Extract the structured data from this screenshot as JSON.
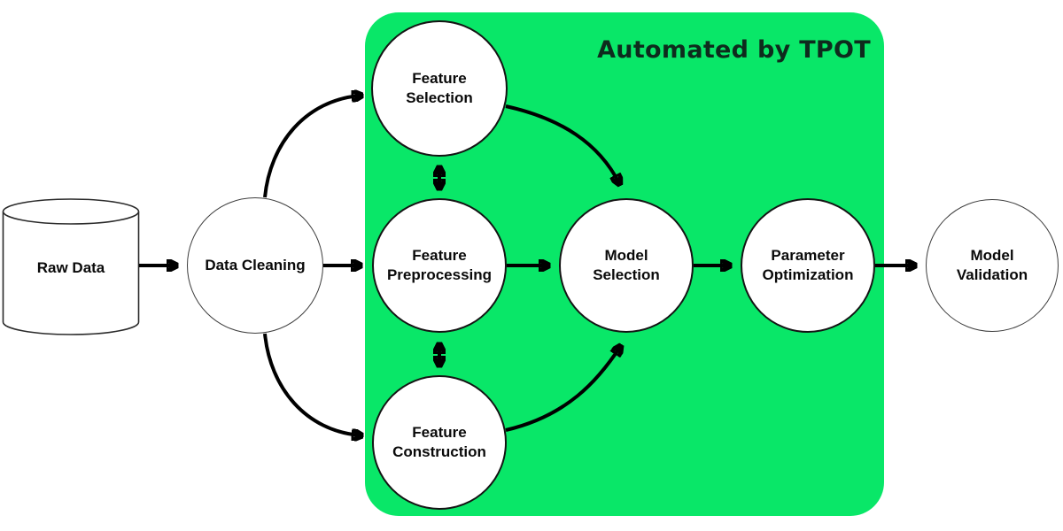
{
  "colors": {
    "region_green": "#09E768",
    "title_text": "#0E2B1D",
    "node_fill": "#FFFFFF",
    "node_stroke": "#141414",
    "arrow": "#000000"
  },
  "region": {
    "title": "Automated by TPOT"
  },
  "nodes": {
    "raw_data": {
      "label": "Raw Data",
      "shape": "cylinder"
    },
    "data_cleaning": {
      "label": "Data Cleaning",
      "shape": "circle"
    },
    "feature_selection": {
      "label": "Feature\nSelection",
      "shape": "circle",
      "in_tpot_region": true
    },
    "feature_preprocessing": {
      "label": "Feature\nPreprocessing",
      "shape": "circle",
      "in_tpot_region": true
    },
    "feature_construction": {
      "label": "Feature\nConstruction",
      "shape": "circle",
      "in_tpot_region": true
    },
    "model_selection": {
      "label": "Model\nSelection",
      "shape": "circle",
      "in_tpot_region": true
    },
    "parameter_optimization": {
      "label": "Parameter\nOptimization",
      "shape": "circle",
      "in_tpot_region": true
    },
    "model_validation": {
      "label": "Model\nValidation",
      "shape": "circle"
    }
  },
  "edges": [
    {
      "from": "raw_data",
      "to": "data_cleaning",
      "type": "one-way",
      "style": "straight"
    },
    {
      "from": "data_cleaning",
      "to": "feature_selection",
      "type": "one-way",
      "style": "curved"
    },
    {
      "from": "data_cleaning",
      "to": "feature_preprocessing",
      "type": "one-way",
      "style": "straight"
    },
    {
      "from": "data_cleaning",
      "to": "feature_construction",
      "type": "one-way",
      "style": "curved"
    },
    {
      "from": "feature_selection",
      "to": "feature_preprocessing",
      "type": "two-way",
      "style": "straight"
    },
    {
      "from": "feature_preprocessing",
      "to": "feature_construction",
      "type": "two-way",
      "style": "straight"
    },
    {
      "from": "feature_selection",
      "to": "model_selection",
      "type": "one-way",
      "style": "curved"
    },
    {
      "from": "feature_preprocessing",
      "to": "model_selection",
      "type": "one-way",
      "style": "straight"
    },
    {
      "from": "feature_construction",
      "to": "model_selection",
      "type": "one-way",
      "style": "curved"
    },
    {
      "from": "model_selection",
      "to": "parameter_optimization",
      "type": "one-way",
      "style": "straight"
    },
    {
      "from": "parameter_optimization",
      "to": "model_validation",
      "type": "one-way",
      "style": "straight"
    }
  ]
}
